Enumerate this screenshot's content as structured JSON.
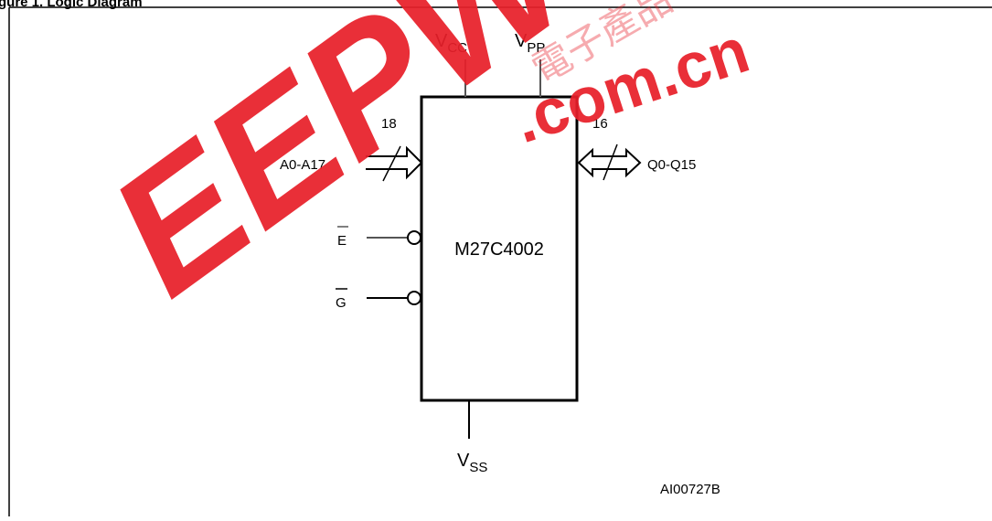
{
  "caption": "gure 1. Logic Diagram",
  "chip": {
    "name": "M27C4002"
  },
  "pins": {
    "vcc": {
      "main": "V",
      "sub": "CC"
    },
    "vpp": {
      "main": "V",
      "sub": "PP"
    },
    "vss": {
      "main": "V",
      "sub": "SS"
    },
    "address": {
      "label": "A0-A17",
      "bus_width": "18"
    },
    "data": {
      "label": "Q0-Q15",
      "bus_width": "16"
    },
    "enable": {
      "label": "E"
    },
    "output_enable": {
      "label": "G"
    }
  },
  "figure_id": "AI00727B",
  "watermark": {
    "text_main": "EEPW",
    "text_domain": ".com.cn",
    "cjk": "電子產品"
  },
  "colors": {
    "line": "#000000",
    "pin_grey": "#555555",
    "watermark": "#e8202a"
  }
}
